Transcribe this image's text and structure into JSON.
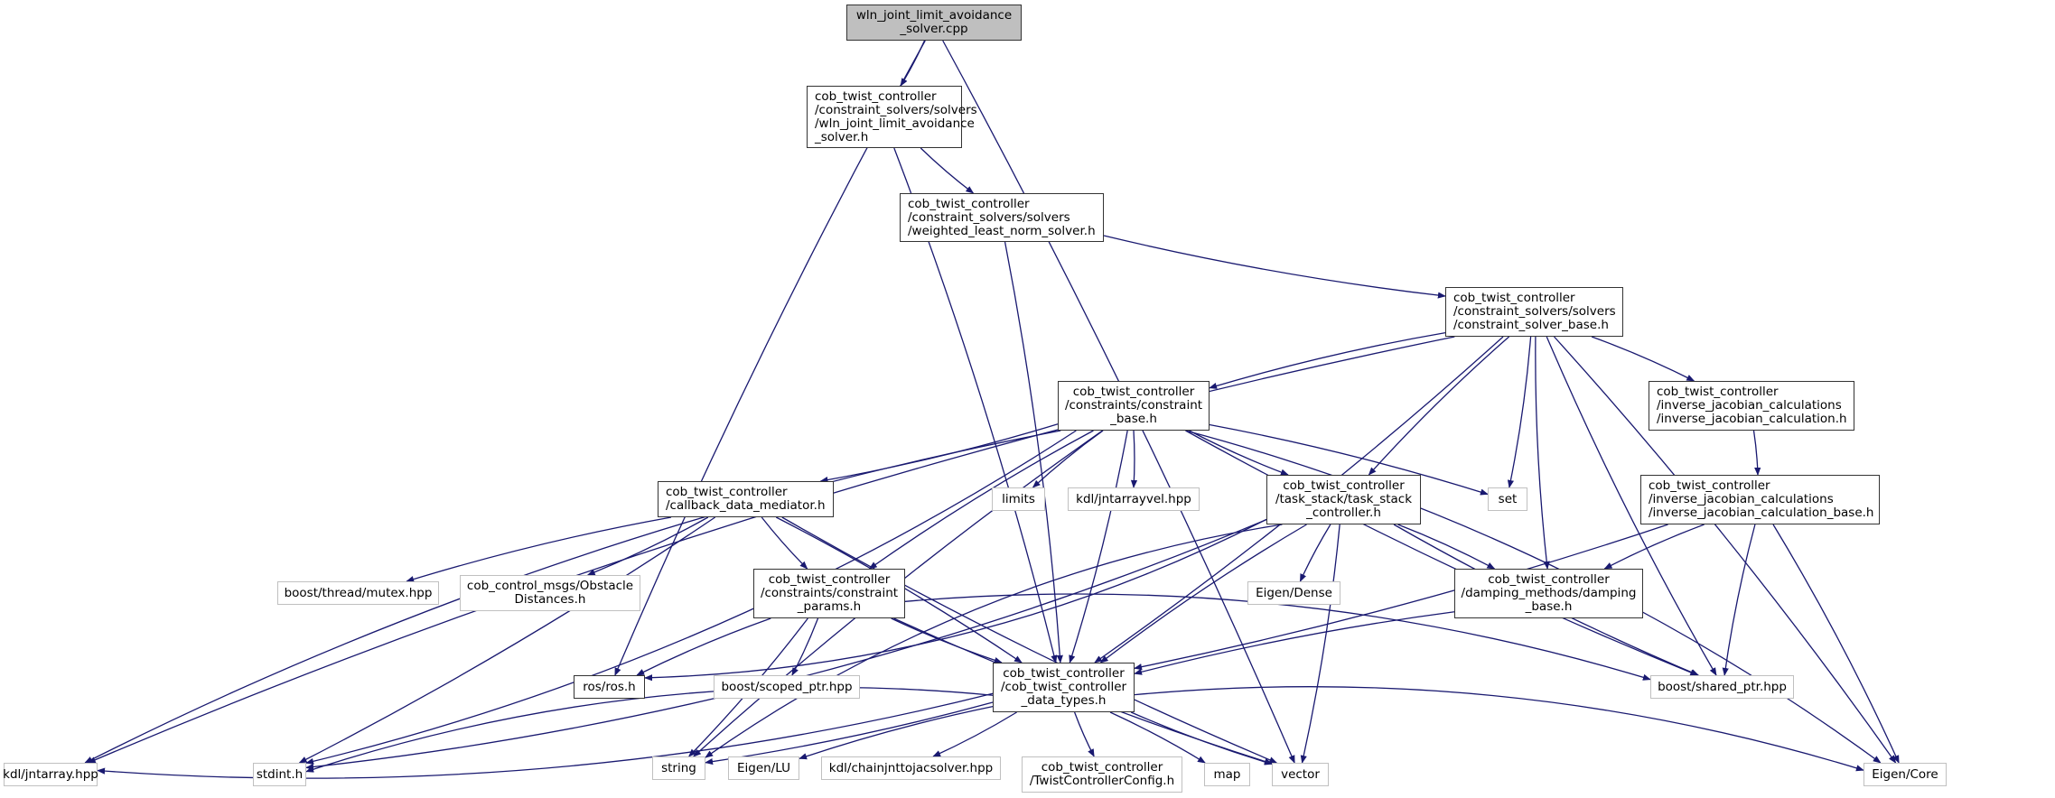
{
  "diagram": {
    "type": "include-dependency-graph",
    "edge_color": "#191970",
    "nodes": [
      {
        "id": "root",
        "label": "wln_joint_limit_avoidance\n_solver.cpp",
        "kind": "root"
      },
      {
        "id": "wln_h",
        "label": "cob_twist_controller\n/constraint_solvers/solvers\n/wln_joint_limit_avoidance\n_solver.h",
        "kind": "local"
      },
      {
        "id": "wlns_h",
        "label": "cob_twist_controller\n/constraint_solvers/solvers\n/weighted_least_norm_solver.h",
        "kind": "local"
      },
      {
        "id": "csb_h",
        "label": "cob_twist_controller\n/constraint_solvers/solvers\n/constraint_solver_base.h",
        "kind": "local"
      },
      {
        "id": "cb_h",
        "label": "cob_twist_controller\n/constraints/constraint\n_base.h",
        "kind": "local"
      },
      {
        "id": "ijc_h",
        "label": "cob_twist_controller\n/inverse_jacobian_calculations\n/inverse_jacobian_calculation.h",
        "kind": "local"
      },
      {
        "id": "cdm_h",
        "label": "cob_twist_controller\n/callback_data_mediator.h",
        "kind": "local"
      },
      {
        "id": "limits",
        "label": "limits",
        "kind": "system"
      },
      {
        "id": "jntarrayvel",
        "label": "kdl/jntarrayvel.hpp",
        "kind": "system"
      },
      {
        "id": "tsc_h",
        "label": "cob_twist_controller\n/task_stack/task_stack\n_controller.h",
        "kind": "local"
      },
      {
        "id": "set",
        "label": "set",
        "kind": "system"
      },
      {
        "id": "ijcb_h",
        "label": "cob_twist_controller\n/inverse_jacobian_calculations\n/inverse_jacobian_calculation_base.h",
        "kind": "local"
      },
      {
        "id": "mutex",
        "label": "boost/thread/mutex.hpp",
        "kind": "system"
      },
      {
        "id": "obst",
        "label": "cob_control_msgs/Obstacle\nDistances.h",
        "kind": "system"
      },
      {
        "id": "cp_h",
        "label": "cob_twist_controller\n/constraints/constraint\n_params.h",
        "kind": "local"
      },
      {
        "id": "dense",
        "label": "Eigen/Dense",
        "kind": "system"
      },
      {
        "id": "db_h",
        "label": "cob_twist_controller\n/damping_methods/damping\n_base.h",
        "kind": "local"
      },
      {
        "id": "ros",
        "label": "ros/ros.h",
        "kind": "local"
      },
      {
        "id": "scoped",
        "label": "boost/scoped_ptr.hpp",
        "kind": "system"
      },
      {
        "id": "dt_h",
        "label": "cob_twist_controller\n/cob_twist_controller\n_data_types.h",
        "kind": "local"
      },
      {
        "id": "shared",
        "label": "boost/shared_ptr.hpp",
        "kind": "system"
      },
      {
        "id": "jntarray",
        "label": "kdl/jntarray.hpp",
        "kind": "system"
      },
      {
        "id": "stdint",
        "label": "stdint.h",
        "kind": "system"
      },
      {
        "id": "string",
        "label": "string",
        "kind": "system"
      },
      {
        "id": "lu",
        "label": "Eigen/LU",
        "kind": "system"
      },
      {
        "id": "chainjnt",
        "label": "kdl/chainjnttojacsolver.hpp",
        "kind": "system"
      },
      {
        "id": "tcc",
        "label": "cob_twist_controller\n/TwistControllerConfig.h",
        "kind": "system"
      },
      {
        "id": "map",
        "label": "map",
        "kind": "system"
      },
      {
        "id": "vector",
        "label": "vector",
        "kind": "system"
      },
      {
        "id": "core",
        "label": "Eigen/Core",
        "kind": "system"
      }
    ],
    "edges": [
      [
        "root",
        "wln_h"
      ],
      [
        "root",
        "ros"
      ],
      [
        "root",
        "vector"
      ],
      [
        "wln_h",
        "wlns_h"
      ],
      [
        "wln_h",
        "dt_h"
      ],
      [
        "wlns_h",
        "csb_h"
      ],
      [
        "wlns_h",
        "dt_h"
      ],
      [
        "csb_h",
        "cb_h"
      ],
      [
        "csb_h",
        "ijc_h"
      ],
      [
        "csb_h",
        "tsc_h"
      ],
      [
        "csb_h",
        "set"
      ],
      [
        "csb_h",
        "db_h"
      ],
      [
        "csb_h",
        "dt_h"
      ],
      [
        "csb_h",
        "shared"
      ],
      [
        "csb_h",
        "core"
      ],
      [
        "csb_h",
        "jntarray"
      ],
      [
        "cb_h",
        "cdm_h"
      ],
      [
        "cb_h",
        "limits"
      ],
      [
        "cb_h",
        "jntarrayvel"
      ],
      [
        "cb_h",
        "tsc_h"
      ],
      [
        "cb_h",
        "set"
      ],
      [
        "cb_h",
        "cp_h"
      ],
      [
        "cb_h",
        "dt_h"
      ],
      [
        "cb_h",
        "shared"
      ],
      [
        "cb_h",
        "core"
      ],
      [
        "cb_h",
        "jntarray"
      ],
      [
        "cb_h",
        "stdint"
      ],
      [
        "cb_h",
        "string"
      ],
      [
        "ijc_h",
        "ijcb_h"
      ],
      [
        "cdm_h",
        "mutex"
      ],
      [
        "cdm_h",
        "obst"
      ],
      [
        "cdm_h",
        "cp_h"
      ],
      [
        "cdm_h",
        "dt_h"
      ],
      [
        "cdm_h",
        "vector"
      ],
      [
        "cdm_h",
        "stdint"
      ],
      [
        "tsc_h",
        "dense"
      ],
      [
        "tsc_h",
        "db_h"
      ],
      [
        "tsc_h",
        "dt_h"
      ],
      [
        "tsc_h",
        "vector"
      ],
      [
        "tsc_h",
        "shared"
      ],
      [
        "tsc_h",
        "ros"
      ],
      [
        "tsc_h",
        "string"
      ],
      [
        "tsc_h",
        "stdint"
      ],
      [
        "ijcb_h",
        "db_h"
      ],
      [
        "ijcb_h",
        "dt_h"
      ],
      [
        "ijcb_h",
        "shared"
      ],
      [
        "ijcb_h",
        "core"
      ],
      [
        "cp_h",
        "ros"
      ],
      [
        "cp_h",
        "scoped"
      ],
      [
        "cp_h",
        "dt_h"
      ],
      [
        "cp_h",
        "string"
      ],
      [
        "cp_h",
        "vector"
      ],
      [
        "cp_h",
        "shared"
      ],
      [
        "db_h",
        "dt_h"
      ],
      [
        "dt_h",
        "jntarray"
      ],
      [
        "dt_h",
        "stdint"
      ],
      [
        "dt_h",
        "string"
      ],
      [
        "dt_h",
        "lu"
      ],
      [
        "dt_h",
        "chainjnt"
      ],
      [
        "dt_h",
        "tcc"
      ],
      [
        "dt_h",
        "map"
      ],
      [
        "dt_h",
        "vector"
      ],
      [
        "dt_h",
        "core"
      ]
    ]
  }
}
